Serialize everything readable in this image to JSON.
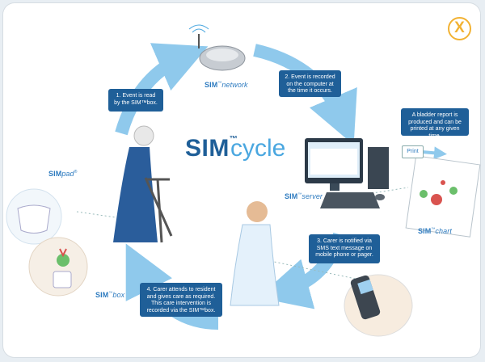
{
  "close_label": "X",
  "logo": {
    "sim": "SIM",
    "tm": "™",
    "cycle": "cycle"
  },
  "labels": {
    "network": {
      "brand": "SIM",
      "tm": "™",
      "name": "network"
    },
    "server": {
      "brand": "SIM",
      "tm": "™",
      "name": "server"
    },
    "pad": {
      "brand": "SIM",
      "name": "pad",
      "tm": "®"
    },
    "box": {
      "brand": "SIM",
      "tm": "™",
      "name": "box"
    },
    "chart": {
      "brand": "SIM",
      "tm": "™",
      "name": "chart"
    }
  },
  "steps": {
    "step1": "1. Event is read by the SIM™box.",
    "step2": "2. Event is recorded on the computer at the time it occurs.",
    "step3": "3. Carer is notified via SMS text message on mobile phone or pager.",
    "step4": "4. Carer attends to resident and gives care as required. This care intervention is recorded via the SIM™box.",
    "report": "A bladder report is produced and can be printed at any given time."
  },
  "print_label": "Print",
  "colors": {
    "accent": "#4aa7e0",
    "box_blue": "#1f5f98",
    "close": "#f2b233",
    "arrow": "#8fc9ec"
  }
}
